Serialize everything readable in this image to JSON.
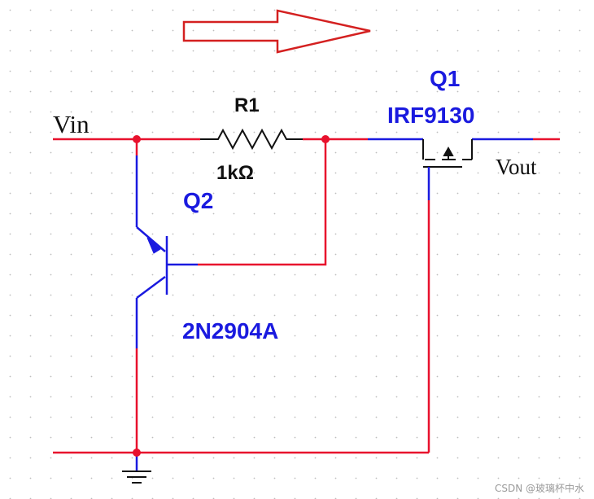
{
  "colors": {
    "wire_red": "#e8112d",
    "wire_blue": "#1a1adf",
    "component_black": "#111111",
    "grid_dot": "#bdbdbd",
    "arrow_red": "#d42020"
  },
  "labels": {
    "vin": "Vin",
    "vout": "Vout",
    "r1_name": "R1",
    "r1_value": "1kΩ",
    "q1_name": "Q1",
    "q1_part": "IRF9130",
    "q2_name": "Q2",
    "q2_part": "2N2904A"
  },
  "watermark": "CSDN @玻璃杯中水",
  "icons": {
    "flow_arrow": "right-arrow-icon",
    "ground": "ground-icon",
    "resistor": "resistor-icon",
    "pnp_transistor": "pnp-transistor-icon",
    "p_mosfet": "p-mosfet-icon",
    "junction": "junction-dot-icon"
  }
}
